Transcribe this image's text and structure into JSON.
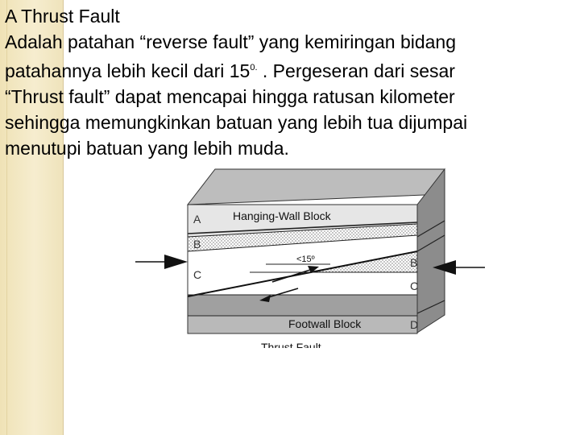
{
  "slide": {
    "title": "A Thrust Fault",
    "line2": "Adalah patahan “reverse fault” yang kemiringan bidang",
    "line3_pre": "patahannya lebih kecil dari 15",
    "line3_sup": "0.",
    "line3_post": " . Pergeseran dari sesar",
    "line4": "“Thrust fault” dapat mencapai hingga ratusan kilometer",
    "line5": "sehingga memungkinkan batuan yang lebih tua dijumpai",
    "line6": "menutupi batuan yang lebih muda."
  },
  "diagram": {
    "hanging_wall_label": "Hanging-Wall Block",
    "footwall_label": "Footwall Block",
    "angle_label": "<15º",
    "left_layers": [
      "A",
      "B",
      "C"
    ],
    "right_layers": [
      "B",
      "C",
      "D"
    ],
    "caption": "Thrust Fault",
    "colors": {
      "layer_a": "#e6e6e6",
      "layer_d": "#a0a0a0",
      "top_face": "#bdbdbd",
      "side_face": "#8c8c8c"
    }
  }
}
